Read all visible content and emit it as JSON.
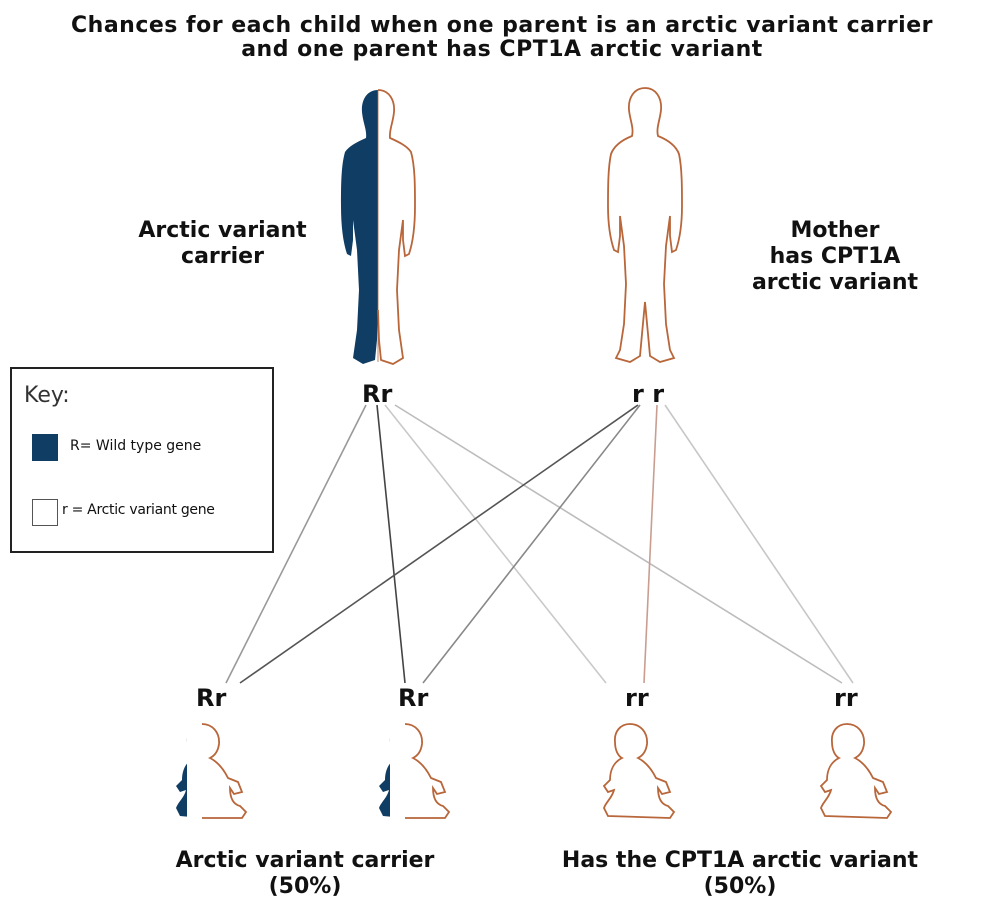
{
  "title": {
    "line1": "Chances for each child when one parent is an arctic variant carrier",
    "line2": "and one parent has CPT1A arctic variant"
  },
  "parents": {
    "father": {
      "label_line1": "Arctic variant",
      "label_line2": "carrier",
      "genotype": "Rr"
    },
    "mother": {
      "label_line1": "Mother",
      "label_line2": "has CPT1A",
      "label_line3": "arctic variant",
      "genotype": "r r"
    }
  },
  "children": [
    {
      "genotype": "Rr"
    },
    {
      "genotype": "Rr"
    },
    {
      "genotype": "rr"
    },
    {
      "genotype": "rr"
    }
  ],
  "outcomes": {
    "carrier": {
      "label": "Arctic variant carrier",
      "percent": "(50%)"
    },
    "variant": {
      "label": "Has the CPT1A arctic variant",
      "percent": "(50%)"
    }
  },
  "key": {
    "title": "Key:",
    "wild": "R= Wild type gene",
    "arctic": "r = Arctic variant gene"
  },
  "colors": {
    "wild_type": "#103d63",
    "arctic_outline": "#b8663a"
  }
}
